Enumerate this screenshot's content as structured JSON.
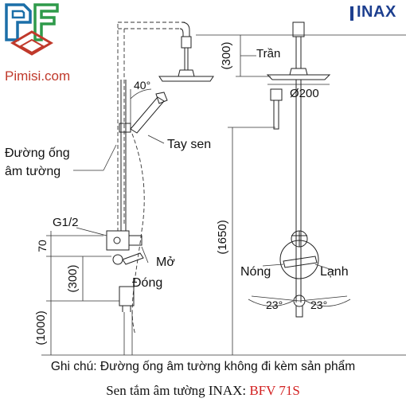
{
  "brand": {
    "name": "Pimisi.com",
    "manufacturer": "INAX"
  },
  "labels": {
    "ceiling": "Trần",
    "angle_top": "40°",
    "diameter": "Ø200",
    "hand_shower": "Tay sen",
    "wall_pipe": "Đường ống",
    "wall_pipe_2": "âm tường",
    "thread": "G1/2",
    "open": "Mở",
    "close": "Đóng",
    "hot": "Nóng",
    "cold": "Lạnh",
    "angle_left": "23°",
    "angle_right": "23°"
  },
  "dimensions": {
    "d300_top": "(300)",
    "d70": "70",
    "d300_mid": "(300)",
    "d1000": "(1000)",
    "d1650": "(1650)"
  },
  "footer": {
    "note": "Ghi chú: Đường ống âm tường không đi kèm sản phẩm",
    "title": "Sen tắm âm tường INAX: ",
    "model": "BFV 71S"
  }
}
